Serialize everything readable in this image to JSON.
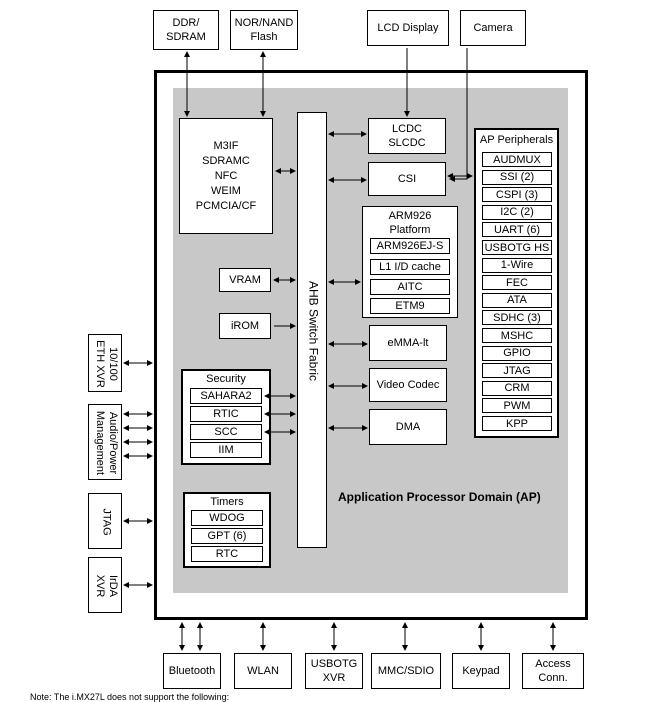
{
  "external_top": {
    "ddr": [
      "DDR/",
      "SDRAM"
    ],
    "nor": [
      "NOR/NAND",
      "Flash"
    ],
    "lcd": "LCD Display",
    "camera": "Camera"
  },
  "left_side": {
    "eth": [
      "10/100",
      "ETH XVR"
    ],
    "audio": [
      "Audio/Power",
      "Management"
    ],
    "jtag": "JTAG",
    "irda": [
      "IrDA",
      "XVR"
    ]
  },
  "bottom": {
    "bluetooth": "Bluetooth",
    "wlan": "WLAN",
    "usbotg": [
      "USBOTG",
      "XVR"
    ],
    "mmc": "MMC/SDIO",
    "keypad": "Keypad",
    "access": [
      "Access",
      "Conn."
    ]
  },
  "core": {
    "m3if": [
      "M3IF",
      "SDRAMC",
      "NFC",
      "WEIM",
      "PCMCIA/CF"
    ],
    "vram": "VRAM",
    "irom": "iROM",
    "security": {
      "title": "Security",
      "items": [
        "SAHARA2",
        "RTIC",
        "SCC",
        "IIM"
      ]
    },
    "timers": {
      "title": "Timers",
      "items": [
        "WDOG",
        "GPT (6)",
        "RTC"
      ]
    },
    "ahb": "AHB Switch Fabric",
    "lcdc": [
      "LCDC",
      "SLCDC"
    ],
    "csi": "CSI",
    "arm": {
      "title": [
        "ARM926",
        "Platform"
      ],
      "items": [
        "ARM926EJ-S",
        "L1 I/D cache",
        "AITC",
        "ETM9"
      ]
    },
    "emma": "eMMA-lt",
    "video": "Video Codec",
    "dma": "DMA",
    "ap_peripherals": {
      "title": "AP Peripherals",
      "items": [
        "AUDMUX",
        "SSI (2)",
        "CSPI (3)",
        "I2C (2)",
        "UART (6)",
        "USBOTG HS",
        "1-Wire",
        "FEC",
        "ATA",
        "SDHC (3)",
        "MSHC",
        "GPIO",
        "JTAG",
        "CRM",
        "PWM",
        "KPP"
      ]
    },
    "domain_label": "Application Processor Domain (AP)"
  },
  "footnote": "Note: The i.MX27L does not support the following:"
}
